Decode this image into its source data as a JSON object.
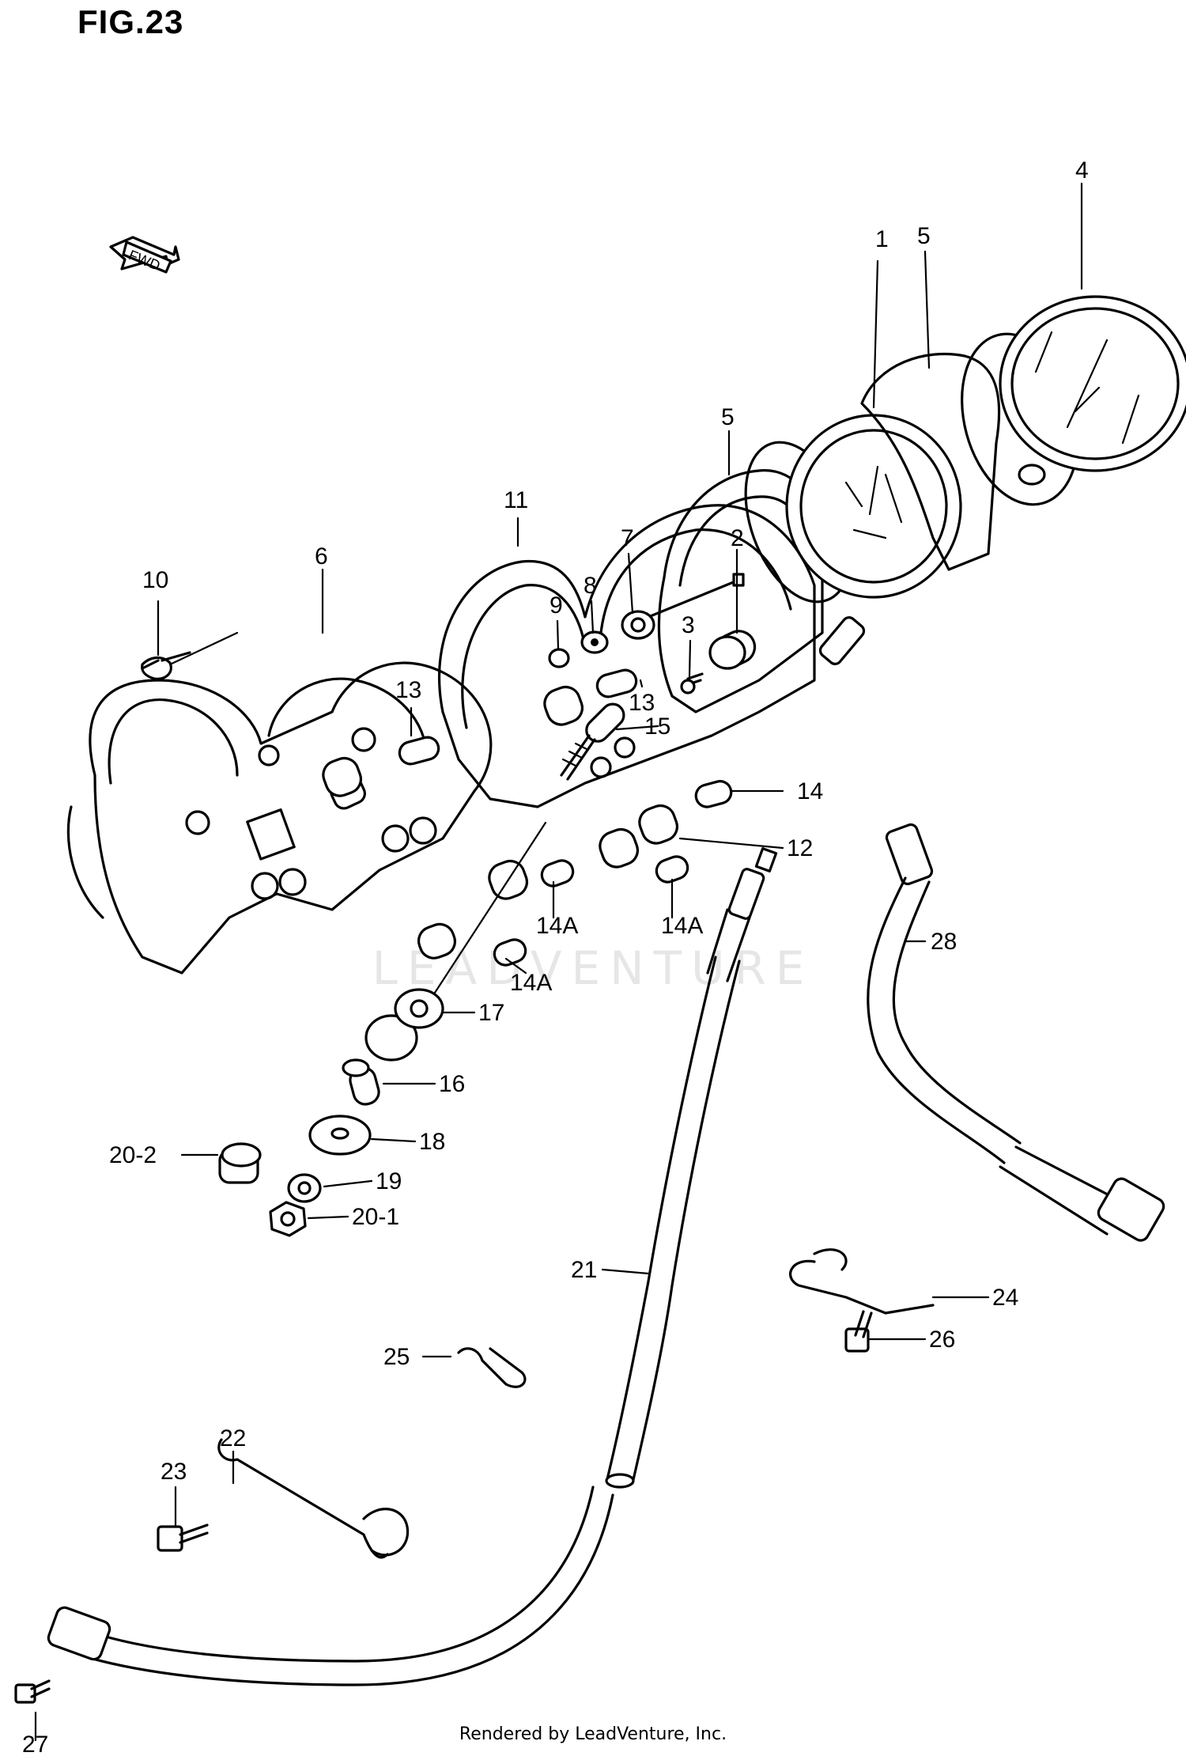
{
  "figure": {
    "title": "FIG.23",
    "credit": "Rendered by LeadVenture, Inc.",
    "watermark": "LEADVENTURE",
    "direction_tag": "FWD"
  },
  "callouts": [
    {
      "id": "c1",
      "text": "1"
    },
    {
      "id": "c2",
      "text": "2"
    },
    {
      "id": "c3",
      "text": "3"
    },
    {
      "id": "c4",
      "text": "4"
    },
    {
      "id": "c5a",
      "text": "5"
    },
    {
      "id": "c5b",
      "text": "5"
    },
    {
      "id": "c6",
      "text": "6"
    },
    {
      "id": "c7",
      "text": "7"
    },
    {
      "id": "c8",
      "text": "8"
    },
    {
      "id": "c9",
      "text": "9"
    },
    {
      "id": "c10",
      "text": "10"
    },
    {
      "id": "c11",
      "text": "11"
    },
    {
      "id": "c12",
      "text": "12"
    },
    {
      "id": "c13a",
      "text": "13"
    },
    {
      "id": "c13b",
      "text": "13"
    },
    {
      "id": "c14",
      "text": "14"
    },
    {
      "id": "c14a1",
      "text": "14A"
    },
    {
      "id": "c14a2",
      "text": "14A"
    },
    {
      "id": "c14a3",
      "text": "14A"
    },
    {
      "id": "c15",
      "text": "15"
    },
    {
      "id": "c16",
      "text": "16"
    },
    {
      "id": "c17",
      "text": "17"
    },
    {
      "id": "c18",
      "text": "18"
    },
    {
      "id": "c19",
      "text": "19"
    },
    {
      "id": "c20_1",
      "text": "20-1"
    },
    {
      "id": "c20_2",
      "text": "20-2"
    },
    {
      "id": "c21",
      "text": "21"
    },
    {
      "id": "c22",
      "text": "22"
    },
    {
      "id": "c23",
      "text": "23"
    },
    {
      "id": "c24",
      "text": "24"
    },
    {
      "id": "c25",
      "text": "25"
    },
    {
      "id": "c26",
      "text": "26"
    },
    {
      "id": "c27",
      "text": "27"
    },
    {
      "id": "c28",
      "text": "28"
    }
  ]
}
